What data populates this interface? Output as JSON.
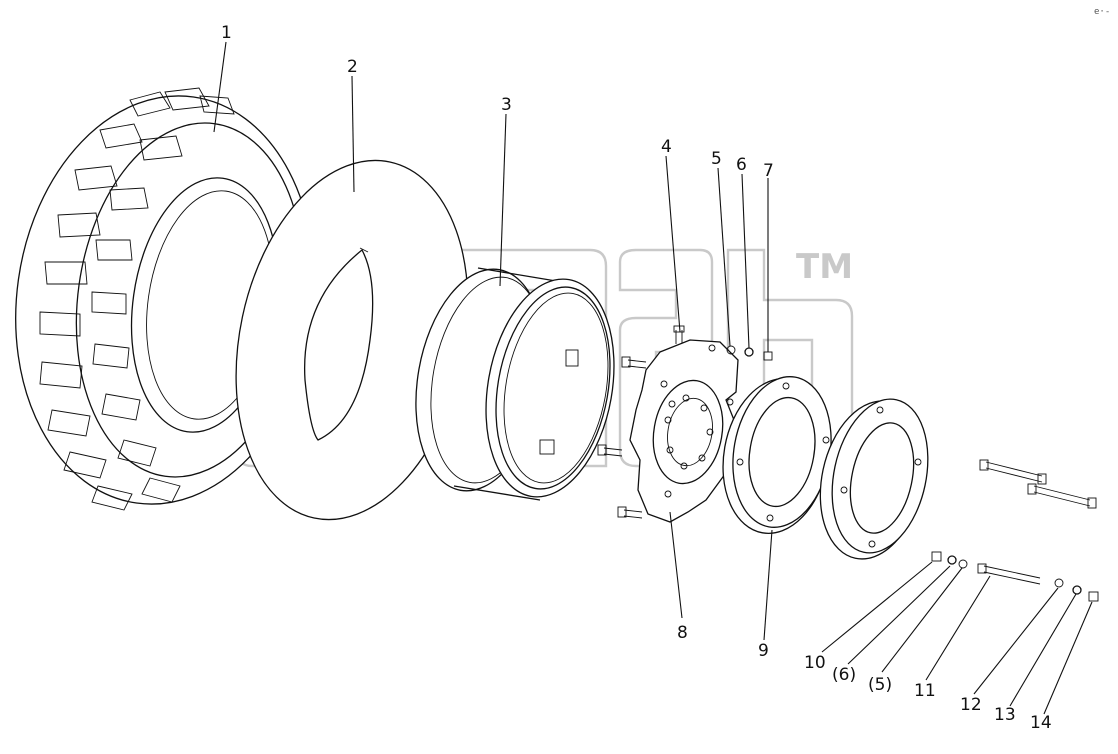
{
  "callouts": [
    {
      "id": "1",
      "text": "1"
    },
    {
      "id": "2",
      "text": "2"
    },
    {
      "id": "3",
      "text": "3"
    },
    {
      "id": "4",
      "text": "4"
    },
    {
      "id": "5",
      "text": "5"
    },
    {
      "id": "6",
      "text": "6"
    },
    {
      "id": "7",
      "text": "7"
    },
    {
      "id": "8",
      "text": "8"
    },
    {
      "id": "9",
      "text": "9"
    },
    {
      "id": "10",
      "text": "10"
    },
    {
      "id": "6b",
      "text": "(6)"
    },
    {
      "id": "5b",
      "text": "(5)"
    },
    {
      "id": "11",
      "text": "11"
    },
    {
      "id": "12",
      "text": "12"
    },
    {
      "id": "13",
      "text": "13"
    },
    {
      "id": "14",
      "text": "14"
    }
  ],
  "watermark": {
    "trademark": "TM"
  },
  "corner_mark": "e·-"
}
